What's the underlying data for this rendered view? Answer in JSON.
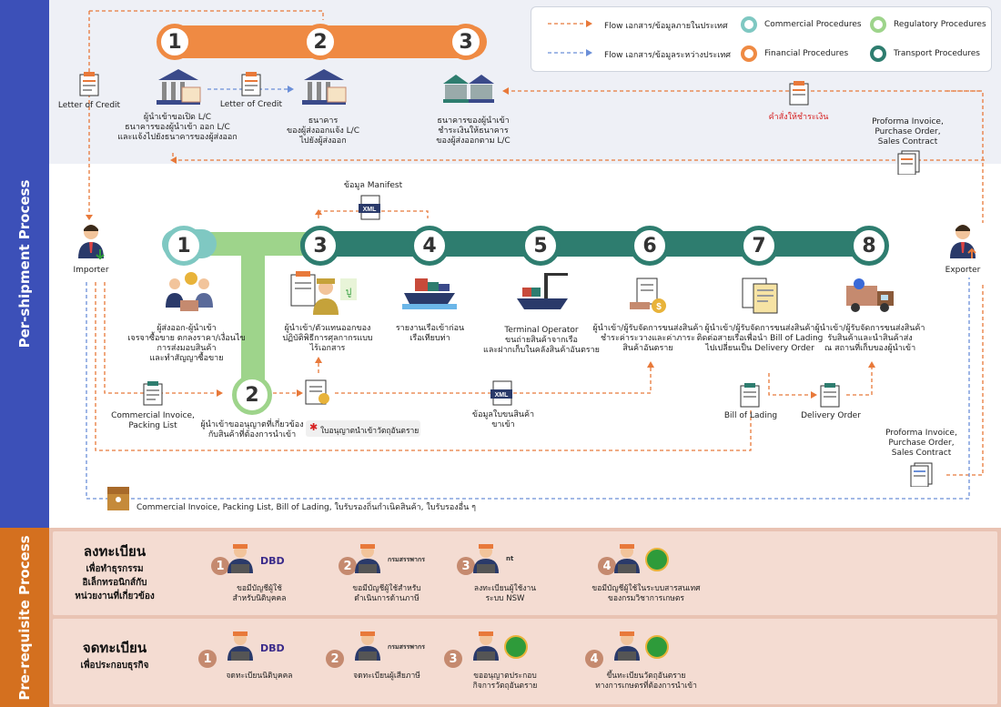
{
  "bands": {
    "pre_shipment": "Per-shipment Process",
    "pre_requisite": "Pre-requisite Process"
  },
  "legend": {
    "flow_domestic": "Flow เอกสาร/ข้อมูลภายในประเทศ",
    "flow_international": "Flow เอกสาร/ข้อมูลระหว่างประเทศ",
    "commercial": "Commercial Procedures",
    "financial": "Financial Procedures",
    "regulatory": "Regulatory Procedures",
    "transport": "Transport Procedures",
    "colors": {
      "commercial": "#7fc8c2",
      "financial": "#ef8a43",
      "regulatory": "#9ed48b",
      "transport": "#2e7d6f"
    }
  },
  "financial": {
    "steps": [
      "1",
      "2",
      "3"
    ],
    "step1": "ผู้นำเข้าขอเปิด L/C\nธนาคารของผู้นำเข้า ออก L/C\nและแจ้งไปยังธนาคารของผู้ส่งออก",
    "step2": "ธนาคาร\nของผู้ส่งออกแจ้ง L/C\nไปยังผู้ส่งออก",
    "step3": "ธนาคารของผู้นำเข้า\nชำระเงินให้ธนาคาร\nของผู้ส่งออกตาม L/C",
    "doc_lc_left": "Letter of Credit",
    "doc_lc_mid": "Letter of Credit",
    "payment_order": "คำสั่งให้ชำระเงิน",
    "proforma_top": "Proforma Invoice,\nPurchase Order,\nSales Contract"
  },
  "actors": {
    "importer": "Importer",
    "exporter": "Exporter"
  },
  "manifest": "ข้อมูล Manifest",
  "transport": {
    "steps": [
      "1",
      "3",
      "4",
      "5",
      "6",
      "7",
      "8"
    ],
    "step1": "ผู้ส่งออก-ผู้นำเข้า\nเจรจาซื้อขาย ตกลงราคา/เงื่อนไข\nการส่งมอบสินค้า\nและทำสัญญาซื้อขาย",
    "step3": "ผู้นำเข้า/ตัวแทนออกของ\nปฏิบัติพิธีการศุลกากรแบบ\nไร้เอกสาร",
    "step4": "รายงานเรือเข้าก่อน\nเรือเทียบท่า",
    "step5": "Terminal Operator\nขนถ่ายสินค้าจากเรือ\nและฝากเก็บในคลังสินค้าอันตราย",
    "step6": "ผู้นำเข้า/ผู้รับจัดการขนส่งสินค้า\nชำระค่าระวางและค่าภาระ\nสินค้าอันตราย",
    "step7": "ผู้นำเข้า/ผู้รับจัดการขนส่งสินค้า\nติดต่อสายเรือเพื่อนำ Bill of Lading\nไปเปลี่ยนเป็น Delivery Order",
    "step8": "ผู้นำเข้า/ผู้รับจัดการขนส่งสินค้า\nรับสินค้าและนำสินค้าส่ง\nณ สถานที่เก็บของผู้นำเข้า",
    "reg_step": "2",
    "reg_text": "ผู้นำเข้าขออนุญาตที่เกี่ยวข้อง\nกับสินค้าที่ต้องการนำเข้า",
    "permit": "ใบอนุญาตนำเข้าวัตถุอันตราย",
    "commercial_invoice": "Commercial Invoice,\nPacking List",
    "xml_goods": "ข้อมูลใบขนสินค้า\nขาเข้า",
    "bill_of_lading": "Bill of Lading",
    "delivery_order": "Delivery Order",
    "proforma_bottom": "Proforma Invoice,\nPurchase Order,\nSales Contract",
    "docs_bottom": "Commercial Invoice, Packing List, Bill of Lading, ใบรับรองถิ่นกำเนิดสินค้า, ใบรับรองอื่น ๆ",
    "xml": "XML"
  },
  "prereq": {
    "row1_label": [
      "ลงทะเบียน",
      "เพื่อทำธุรกรรม",
      "อิเล็กทรอนิกส์กับ",
      "หน่วยงานที่เกี่ยวข้อง"
    ],
    "row2_label": [
      "จดทะเบียน",
      "เพื่อประกอบธุรกิจ"
    ],
    "row1": [
      {
        "num": "1",
        "text": "ขอมีบัญชีผู้ใช้\nสำหรับนิติบุคคล",
        "logo": "DBD"
      },
      {
        "num": "2",
        "text": "ขอมีบัญชีผู้ใช้สำหรับ\nดำเนินการด้านภาษี",
        "logo": "กรมสรรพากร"
      },
      {
        "num": "3",
        "text": "ลงทะเบียนผู้ใช้งาน\nระบบ NSW",
        "logo": "nt"
      },
      {
        "num": "4",
        "text": "ขอมีบัญชีผู้ใช้ในระบบสารสนเทศ\nของกรมวิชาการเกษตร",
        "logo": ""
      }
    ],
    "row2": [
      {
        "num": "1",
        "text": "จดทะเบียนนิติบุคคล",
        "logo": "DBD"
      },
      {
        "num": "2",
        "text": "จดทะเบียนผู้เสียภาษี",
        "logo": "กรมสรรพากร"
      },
      {
        "num": "3",
        "text": "ขออนุญาตประกอบ\nกิจการวัตถุอันตราย",
        "logo": ""
      },
      {
        "num": "4",
        "text": "ขึ้นทะเบียนวัตถุอันตราย\nทางการเกษตรที่ต้องการนำเข้า",
        "logo": ""
      }
    ]
  }
}
